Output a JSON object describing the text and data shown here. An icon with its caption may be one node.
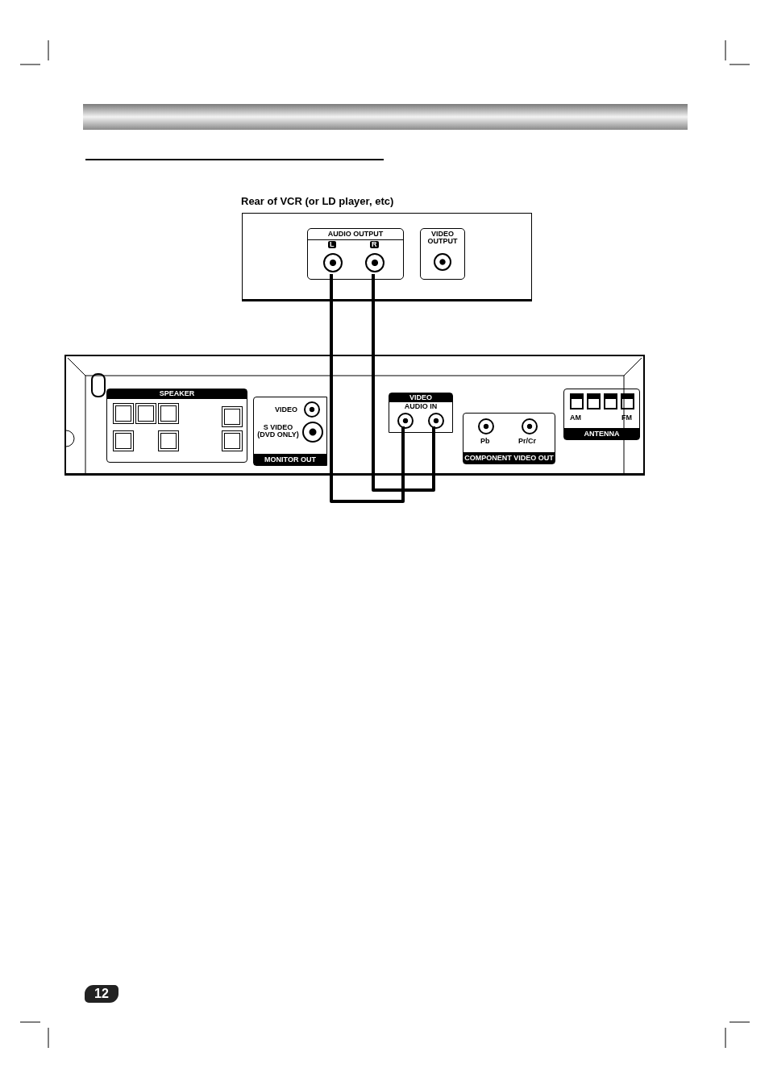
{
  "diagram": {
    "nodes": [
      {
        "text": [
          "Rear of VCR (or LD player, etc)"
        ]
      },
      {
        "text": [
          "AUDIO OUTPUT"
        ],
        "in": 0
      },
      {
        "text": [
          "L"
        ],
        "in": 1
      },
      {
        "text": [
          "R"
        ],
        "in": 1
      },
      {
        "text": [
          "VIDEO OUTPUT"
        ],
        "in": 0
      },
      {
        "text": [],
        "shape": "box"
      },
      {
        "text": [
          "SPEAKER"
        ],
        "in": 5
      },
      {
        "text": [
          "VIDEO",
          "AUDIO IN"
        ],
        "in": 5
      },
      {
        "text": [],
        "shape": "circle",
        "in": 7
      },
      {
        "text": [],
        "shape": "circle",
        "in": 7
      },
      {
        "text": [
          "VIDEO",
          "S VIDEO (DVD ONLY)",
          "MONITOR OUT"
        ],
        "in": 5
      },
      {
        "text": [
          "Pb",
          "Pr/Cr",
          "COMPONENT VIDEO OUT"
        ],
        "in": 5
      },
      {
        "text": [
          "AM",
          "FM",
          "ANTENNA"
        ],
        "in": 5
      }
    ],
    "edges": [
      {
        "from": 2,
        "to": 8,
        "arrow": "none"
      },
      {
        "from": 3,
        "to": 9,
        "arrow": "none"
      }
    ],
    "labels": [
      "12"
    ]
  }
}
